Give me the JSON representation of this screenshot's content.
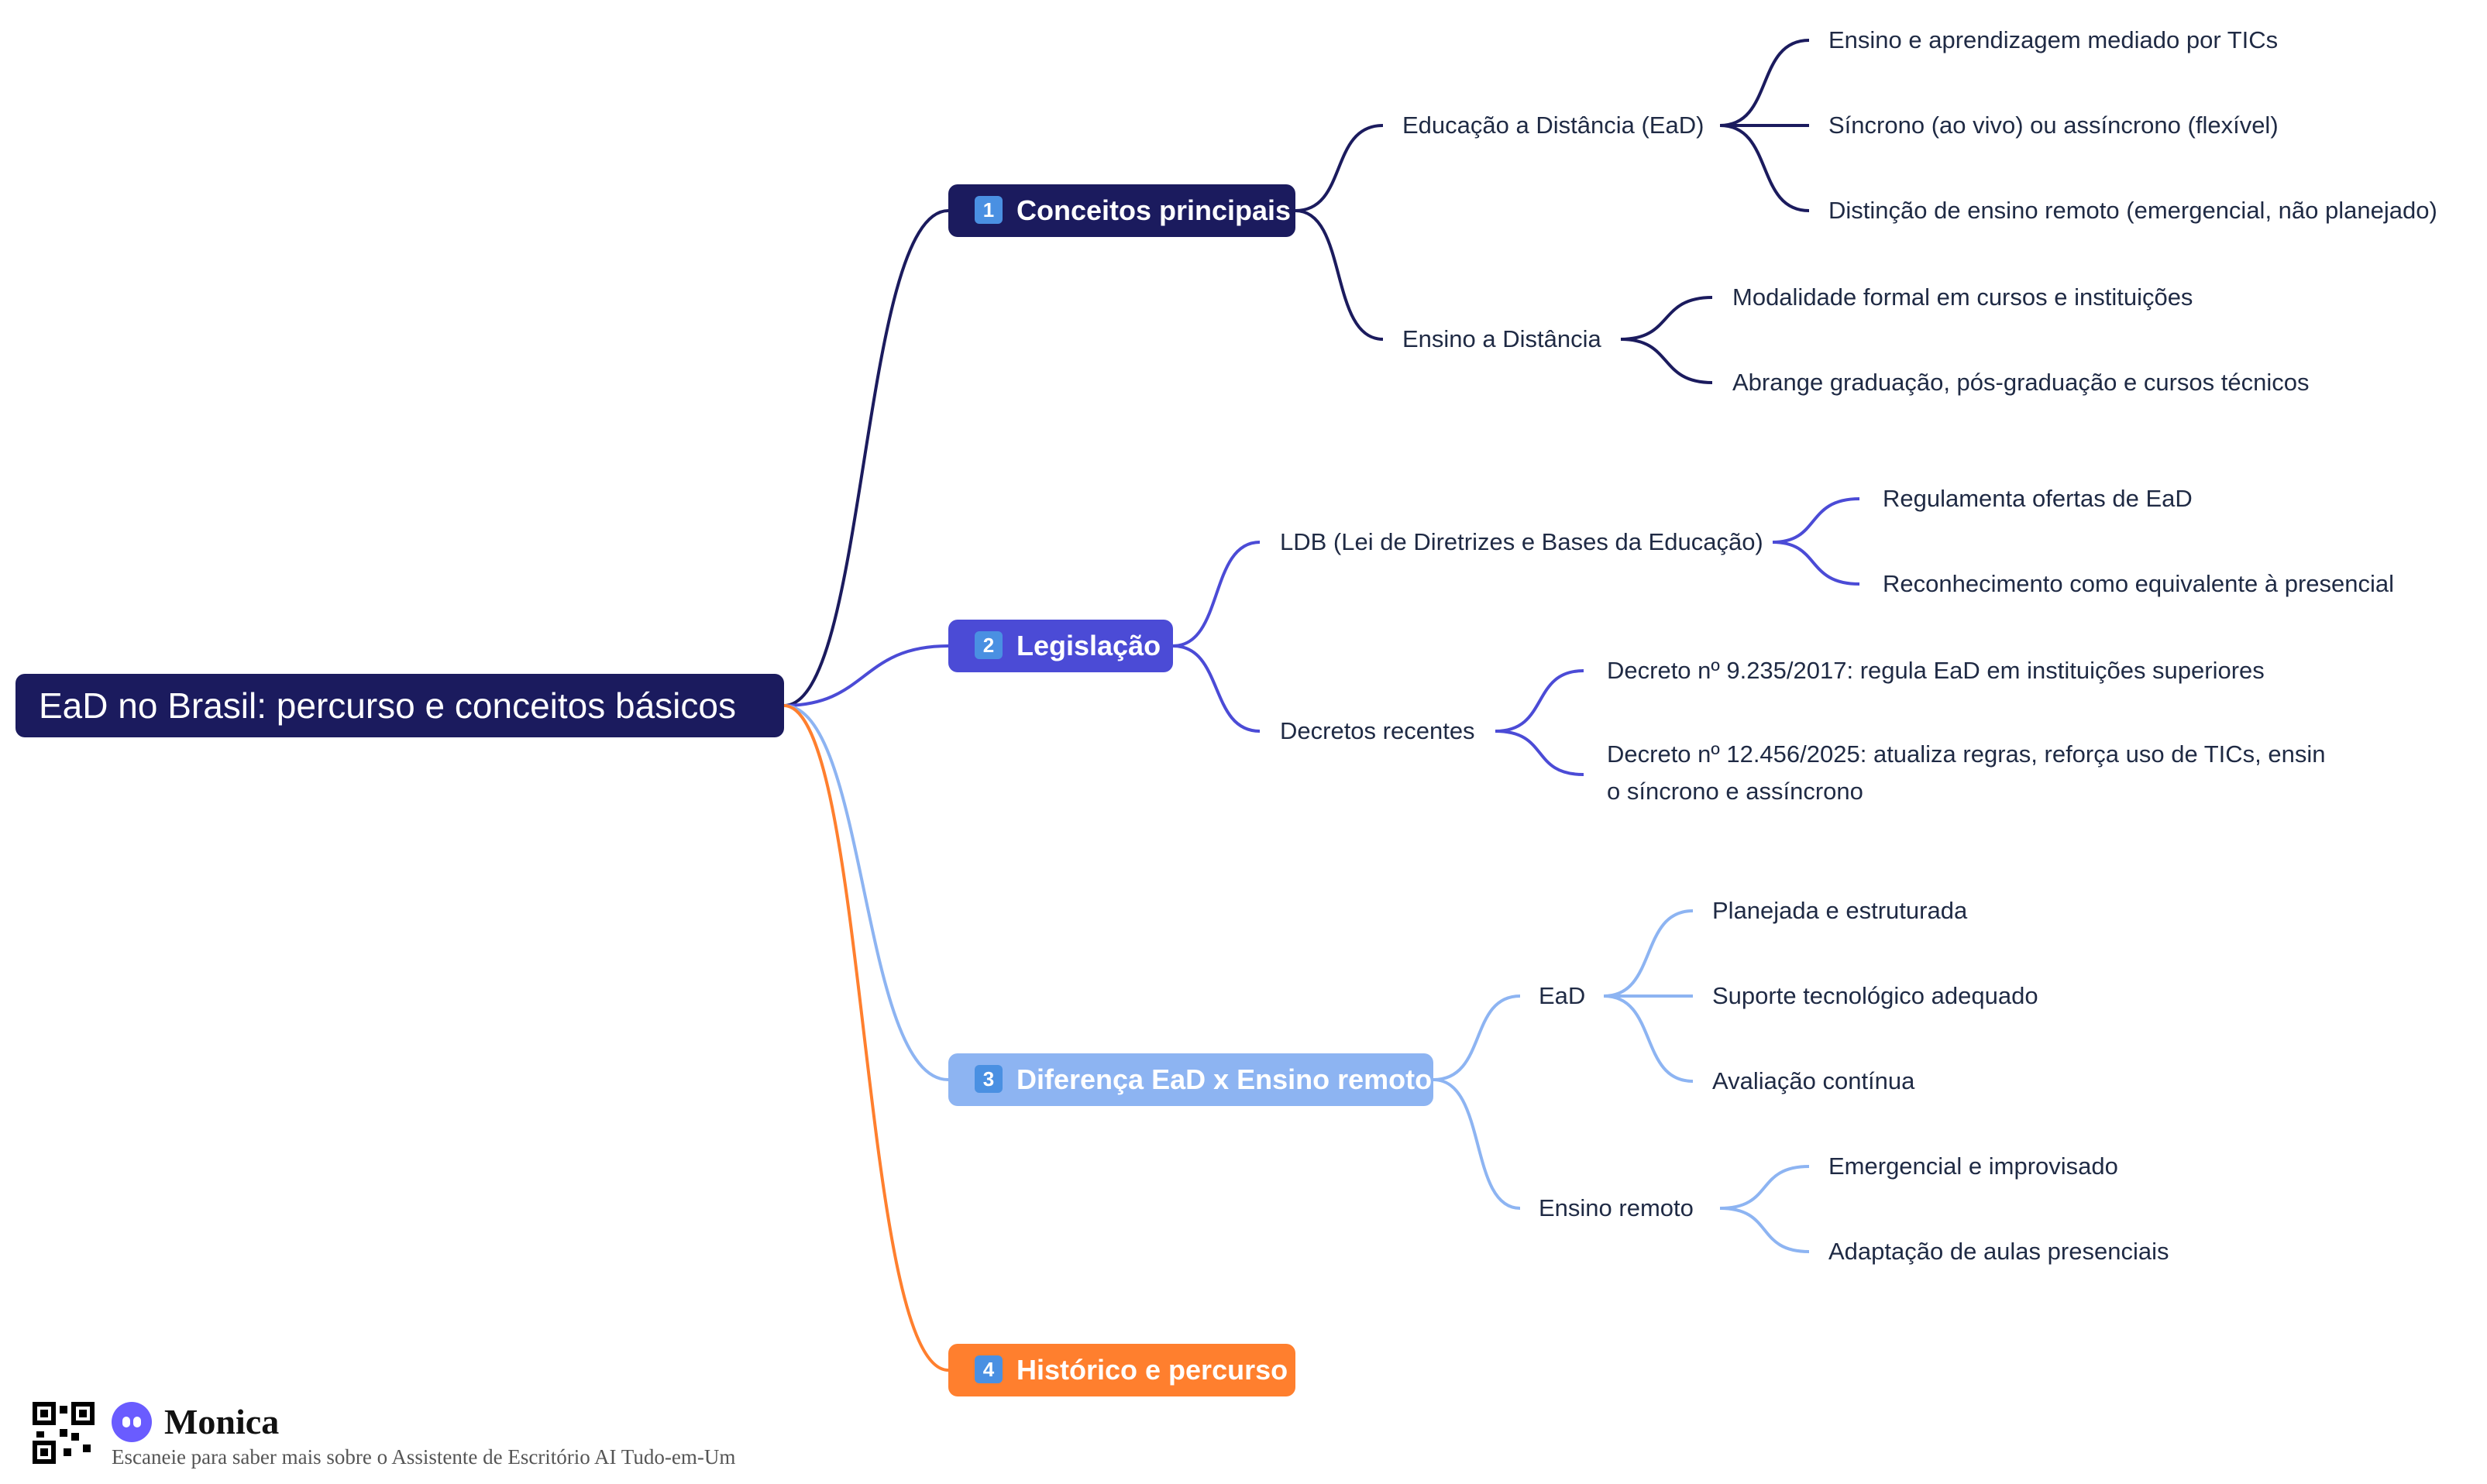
{
  "root": {
    "title": "EaD no Brasil: percurso e conceitos básicos"
  },
  "branches": [
    {
      "number": "1",
      "label": "Conceitos principais",
      "color": "#1b1b5e",
      "children": [
        {
          "label": "Educação a Distância (EaD)",
          "children": [
            "Ensino e aprendizagem mediado por TICs",
            "Síncrono (ao vivo) ou assíncrono (flexível)",
            "Distinção de ensino remoto (emergencial, não planejado)"
          ]
        },
        {
          "label": "Ensino a Distância",
          "children": [
            "Modalidade formal em cursos e instituições",
            "Abrange graduação, pós-graduação e cursos técnicos"
          ]
        }
      ]
    },
    {
      "number": "2",
      "label": "Legislação",
      "color": "#4b4bd6",
      "children": [
        {
          "label": "LDB (Lei de Diretrizes e Bases da Educação)",
          "children": [
            "Regulamenta ofertas de EaD",
            "Reconhecimento como equivalente à presencial"
          ]
        },
        {
          "label": "Decretos recentes",
          "children": [
            "Decreto nº 9.235/2017: regula EaD em instituições superiores",
            "Decreto nº 12.456/2025: atualiza regras, reforça uso de TICs, ensino síncrono e assíncrono"
          ]
        }
      ]
    },
    {
      "number": "3",
      "label": "Diferença EaD x Ensino remoto",
      "color": "#8db4f2",
      "children": [
        {
          "label": "EaD",
          "children": [
            "Planejada e estruturada",
            "Suporte tecnológico adequado",
            "Avaliação contínua"
          ]
        },
        {
          "label": "Ensino remoto",
          "children": [
            "Emergencial e improvisado",
            "Adaptação de aulas presenciais"
          ]
        }
      ]
    },
    {
      "number": "4",
      "label": "Histórico e percurso",
      "color": "#ff7f2e",
      "children": []
    }
  ],
  "footer": {
    "brand": "Monica",
    "note": "Escaneie para saber mais sobre o Assistente de Escritório AI Tudo-em-Um"
  }
}
